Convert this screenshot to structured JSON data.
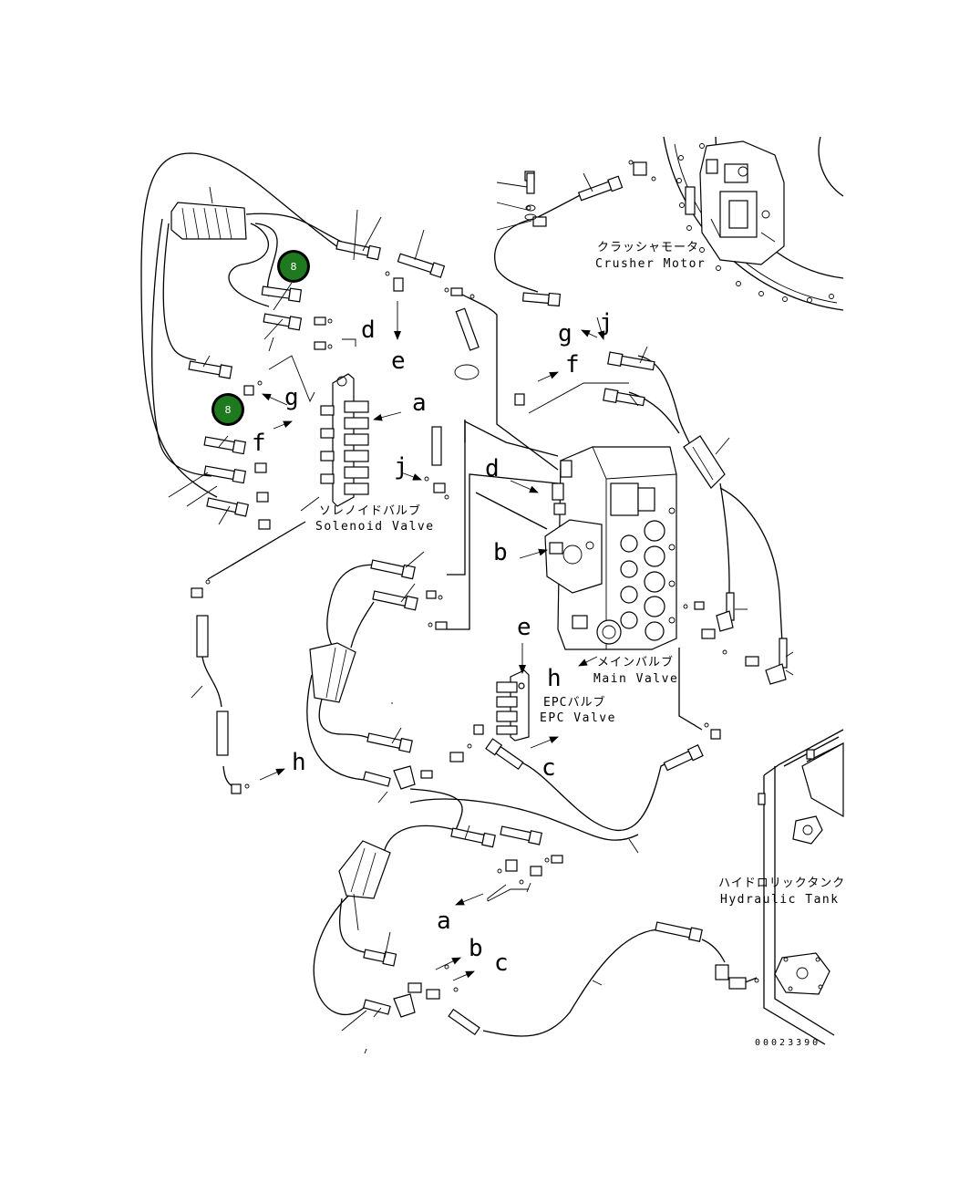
{
  "labels": {
    "crusher_motor_jp": "クラッシャモータ",
    "crusher_motor_en": "Crusher Motor",
    "solenoid_valve_jp": "ソレノイドバルブ",
    "solenoid_valve_en": "Solenoid Valve",
    "main_valve_jp": "メインバルブ",
    "main_valve_en": "Main Valve",
    "epc_valve_jp": "EPCバルブ",
    "epc_valve_en": "EPC Valve",
    "hydraulic_tank_jp": "ハイドロリックタンク",
    "hydraulic_tank_en": "Hydraulic Tank"
  },
  "badges": [
    "8",
    "8"
  ],
  "letters": {
    "a": "a",
    "b": "b",
    "c": "c",
    "d": "d",
    "e": "e",
    "f": "f",
    "g": "g",
    "h": "h",
    "j": "j"
  },
  "drawing_number": "00023390",
  "colors": {
    "badge_fill": "#1f7a1f",
    "badge_ring": "#000000",
    "line": "#000000"
  }
}
